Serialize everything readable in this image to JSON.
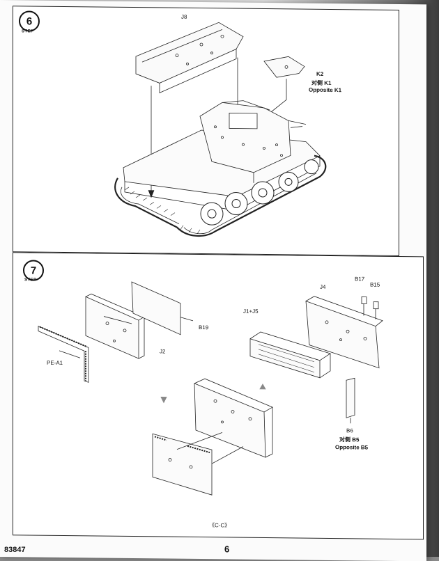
{
  "step6": {
    "number": "6",
    "step_word": "STEP",
    "labels": {
      "j8": "J8",
      "k2": "K2",
      "k1_cn": "对侧 K1",
      "k1_en": "Opposite K1"
    }
  },
  "step7": {
    "number": "7",
    "step_word": "STEP",
    "labels": {
      "b19": "B19",
      "j2": "J2",
      "pe_a1": "PE-A1",
      "j4": "J4",
      "b17": "B17",
      "b15": "B15",
      "j1_j5": "J1+J5",
      "b6": "B6",
      "b5_cn": "对侧 B5",
      "b5_en": "Opposite B5"
    }
  },
  "footer": {
    "sprue_ref": "《C-C》",
    "page_number": "6",
    "kit_code": "83847"
  }
}
